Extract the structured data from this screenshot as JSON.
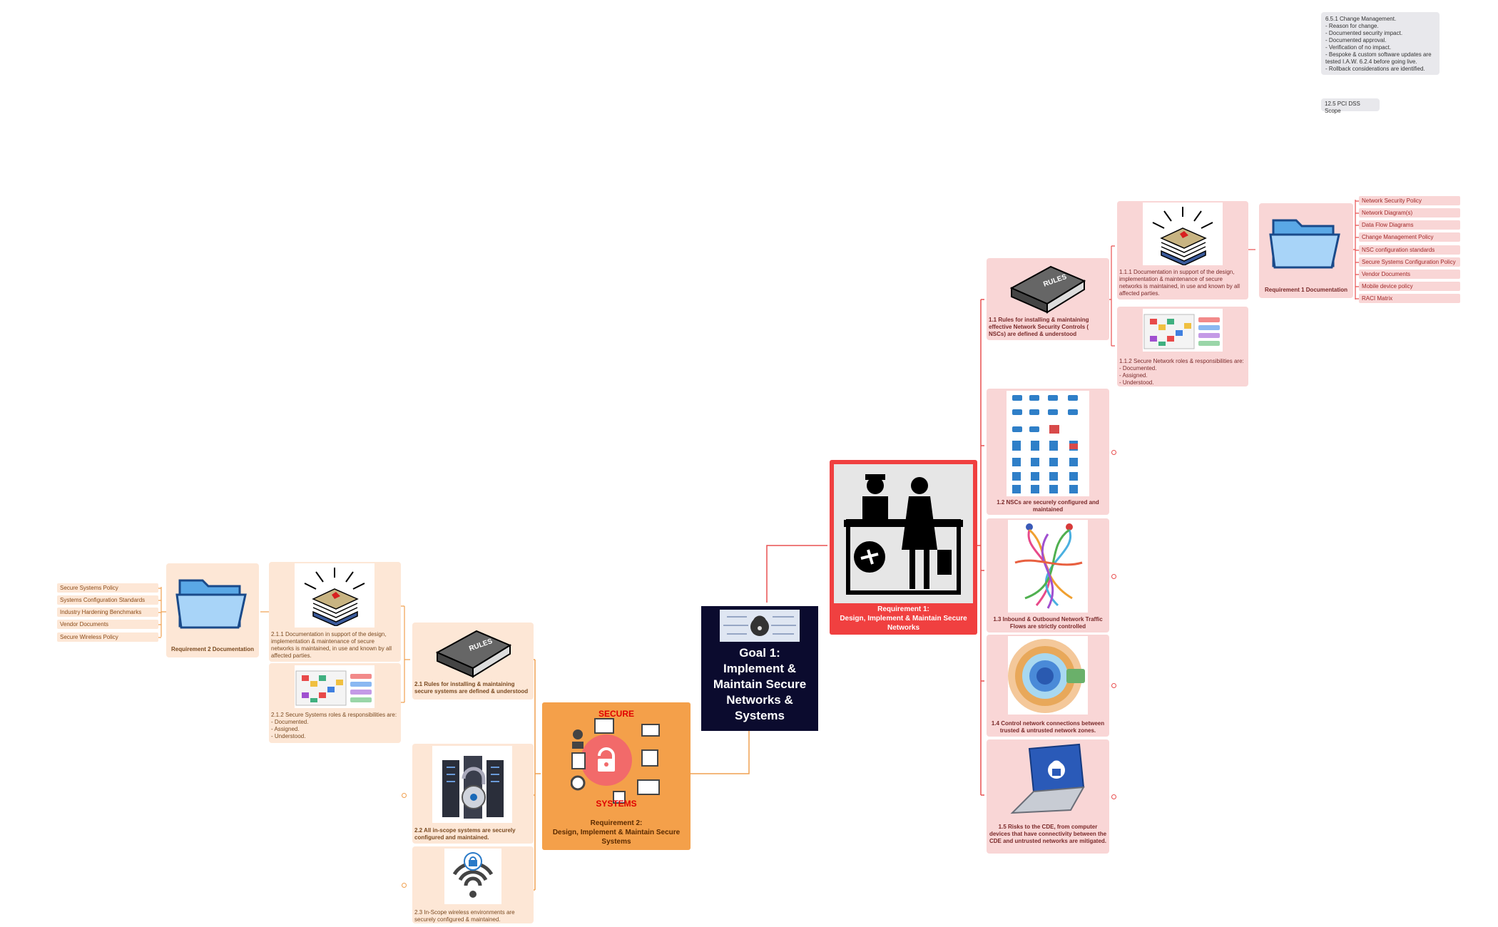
{
  "notes": {
    "change_mgmt": "6.5.1 Change Management.\n- Reason for change.\n- Documented security impact.\n- Documented approval.\n- Verification of no impact.\n- Bespoke & custom software updates are tested I.A.W. 6.2.4 before going live.\n- Rollback considerations are identified.",
    "scope": "12.5 PCI DSS Scope"
  },
  "goal": {
    "title": "Goal 1:\nImplement & Maintain Secure Networks & Systems"
  },
  "req1": {
    "title": "Requirement 1:\nDesign, Implement & Maintain Secure Networks",
    "rules": "1.1 Rules for installing & maintaining effective Network Security Controls ( NSCs) are defined & understood",
    "doc": "1.1.1 Documentation in support of the design, implementation & maintenance of secure networks is maintained, in use and known by all affected parties.",
    "roles": "1.1.2 Secure Network roles & responsibilities are:\n- Documented.\n- Assigned.\n- Understood.",
    "docs_folder": "Requirement 1 Documentation",
    "doc_list": [
      "Network Security Policy",
      "Network Diagram(s)",
      "Data Flow Diagrams",
      "Change Management Policy",
      "NSC configuration standards",
      "Secure Systems Configuration Policy",
      "Vendor Documents",
      "Mobile device policy",
      "RACI Matrix"
    ],
    "nsc": "1.2 NSCs are securely configured and maintained",
    "traffic": "1.3 Inbound & Outbound Network Traffic Flows are strictly controlled",
    "control": "1.4 Control network connections between trusted & untrusted network zones.",
    "risks": "1.5 Risks to the CDE, from computer devices that have connectivity between the CDE and untrusted networks are mitigated."
  },
  "req2": {
    "title": "Requirement 2:\nDesign, Implement & Maintain Secure Systems",
    "secure_label": "SECURE",
    "systems_label": "SYSTEMS",
    "rules": "2.1 Rules for installing & maintaining secure systems are defined & understood",
    "doc": "2.1.1 Documentation in support of the design, implementation & maintenance of secure networks is maintained, in use and known by all affected parties.",
    "roles": "2.1.2 Secure Systems roles & responsibilities are:\n- Documented.\n- Assigned.\n- Understood.",
    "docs_folder": "Requirement 2 Documentation",
    "doc_list": [
      "Secure Systems Policy",
      "Systems Configuration Standards",
      "Industry Hardening Benchmarks",
      "Vendor Documents",
      "Secure Wireless Policy"
    ],
    "inscope": "2.2 All in-scope systems are securely configured and maintained.",
    "wireless": "2.3 In-Scope wireless environments are securely configured & maintained."
  },
  "colors": {
    "req1": "#f04040",
    "req2": "#f4a04a",
    "goal": "#0b0b2e",
    "card_red": "#f9d6d6",
    "card_orange": "#fde7d6"
  }
}
